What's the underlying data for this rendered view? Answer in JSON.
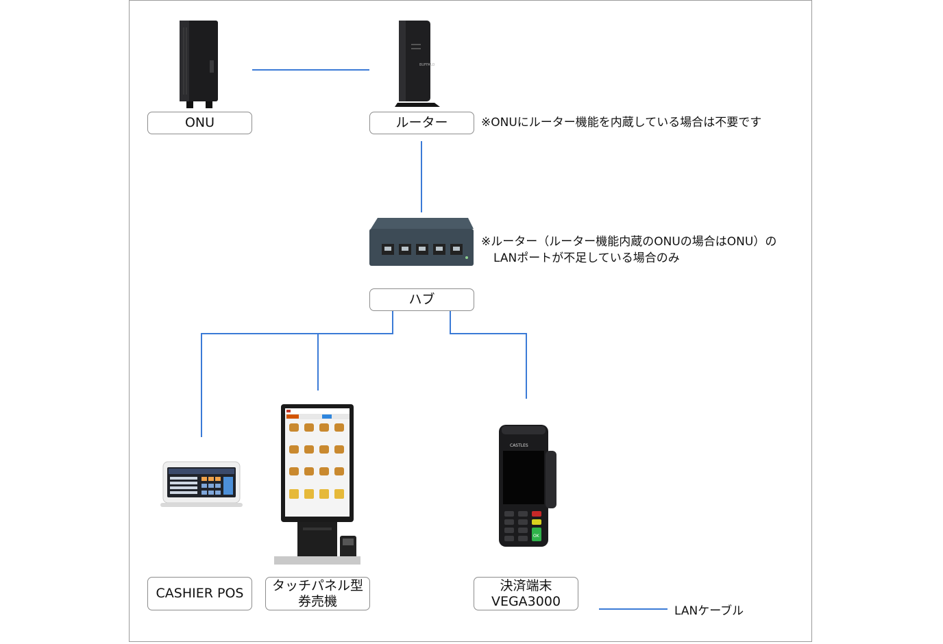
{
  "labels": {
    "onu": "ONU",
    "router": "ルーター",
    "hub": "ハブ",
    "pos": "CASHIER POS",
    "kiosk_line1": "タッチパネル型",
    "kiosk_line2": "券売機",
    "terminal_line1": "決済端末",
    "terminal_line2": "VEGA3000"
  },
  "notes": {
    "router_note": "※ONUにルーター機能を内蔵している場合は不要です",
    "hub_note_line1": "※ルーター（ルーター機能内蔵のONUの場合はONU）の",
    "hub_note_line2": "LANポートが不足している場合のみ"
  },
  "legend": {
    "label": "LANケーブル"
  },
  "device_text": {
    "router_brand": "BUFFALO",
    "terminal_brand": "CASTLES",
    "terminal_ok": "OK"
  },
  "colors": {
    "cable": "#3a7ad6",
    "border": "#8c8c8c"
  }
}
